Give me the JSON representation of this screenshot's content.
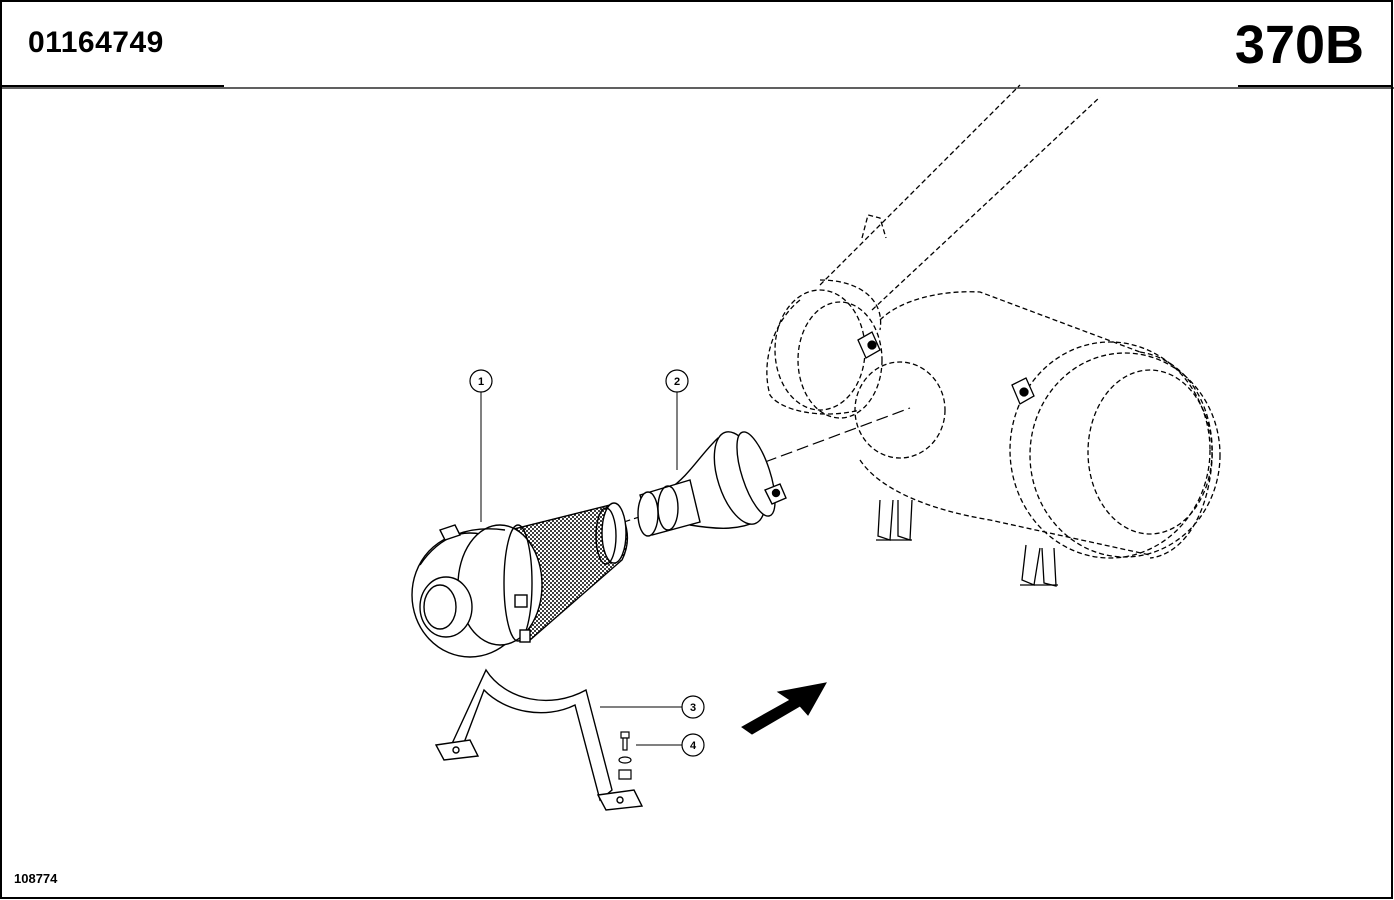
{
  "header": {
    "document_number": "01164749",
    "section_code": "370B"
  },
  "footer": {
    "figure_id": "108774"
  },
  "callouts": [
    {
      "label": "1"
    },
    {
      "label": "2"
    },
    {
      "label": "3"
    },
    {
      "label": "4"
    }
  ]
}
